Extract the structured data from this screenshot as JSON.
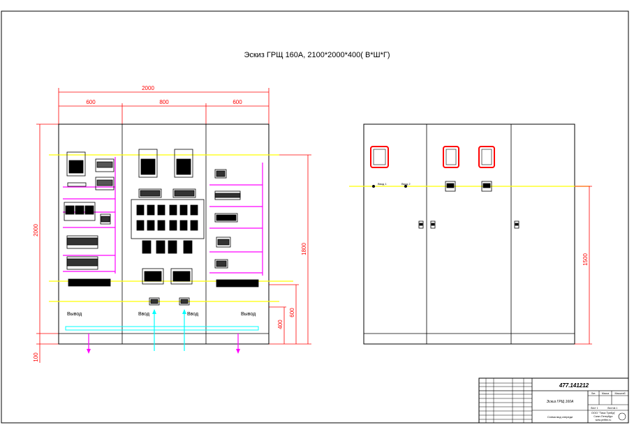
{
  "title": "Эскиз ГРЩ 160А, 2100*2000*400( В*Ш*Г)",
  "dimensions": {
    "total_width": "2000",
    "section_left": "600",
    "section_mid": "800",
    "section_right": "600",
    "height_total": "2000",
    "height_1800": "1800",
    "height_600": "600",
    "height_400": "400",
    "height_100": "100",
    "side_1500": "1500"
  },
  "labels": {
    "left_section": "Вывод",
    "mid_left": "Ввод",
    "mid_right": "Ввод",
    "right_section": "Вывод",
    "front_indicator_1": "Ввод 1",
    "front_indicator_2": "Ввод 2"
  },
  "title_block": {
    "doc_number": "477.141212",
    "doc_title": "Эскиз ГРЩ 160А",
    "subtitle": "Схема вид спереди",
    "company": "ООО \"Тика Трейд\"",
    "city": "Санкт-Петербург",
    "website": "www.petflex.ru",
    "sheet": "Лист 1",
    "sheets": "Листов 1",
    "col_lit": "Лит.",
    "col_mass": "Масса",
    "col_scale": "Масштаб"
  },
  "colors": {
    "frame": "#000000",
    "dimension": "#ff0000",
    "busbar": "#ffff00",
    "rail": "#ff00ff",
    "cable": "#00ffff",
    "device": "#000000",
    "meter_frame": "#ff0000"
  }
}
